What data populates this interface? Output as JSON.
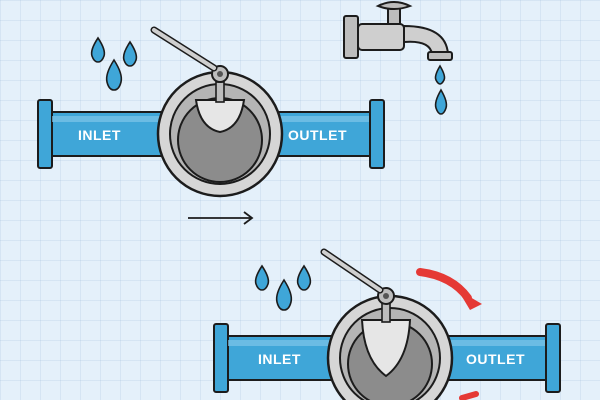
{
  "diagram": {
    "labels": {
      "top_inlet": "INLET",
      "top_outlet": "OUTLET",
      "bottom_inlet": "INLET",
      "bottom_outlet": "OUTLET"
    },
    "colors": {
      "pipe": "#3fa6d8",
      "pipe_dark": "#2a86b8",
      "valve_ring": "#cfcfcf",
      "valve_core": "#8c8c8c",
      "water": "#3fa6d8",
      "arrow_red": "#e53935",
      "outline": "#1c1c1c",
      "background": "#e4f0fa"
    },
    "icons": [
      "water-drop-icon",
      "faucet-icon",
      "flow-arrow-icon",
      "rotation-arrow-icon"
    ]
  }
}
